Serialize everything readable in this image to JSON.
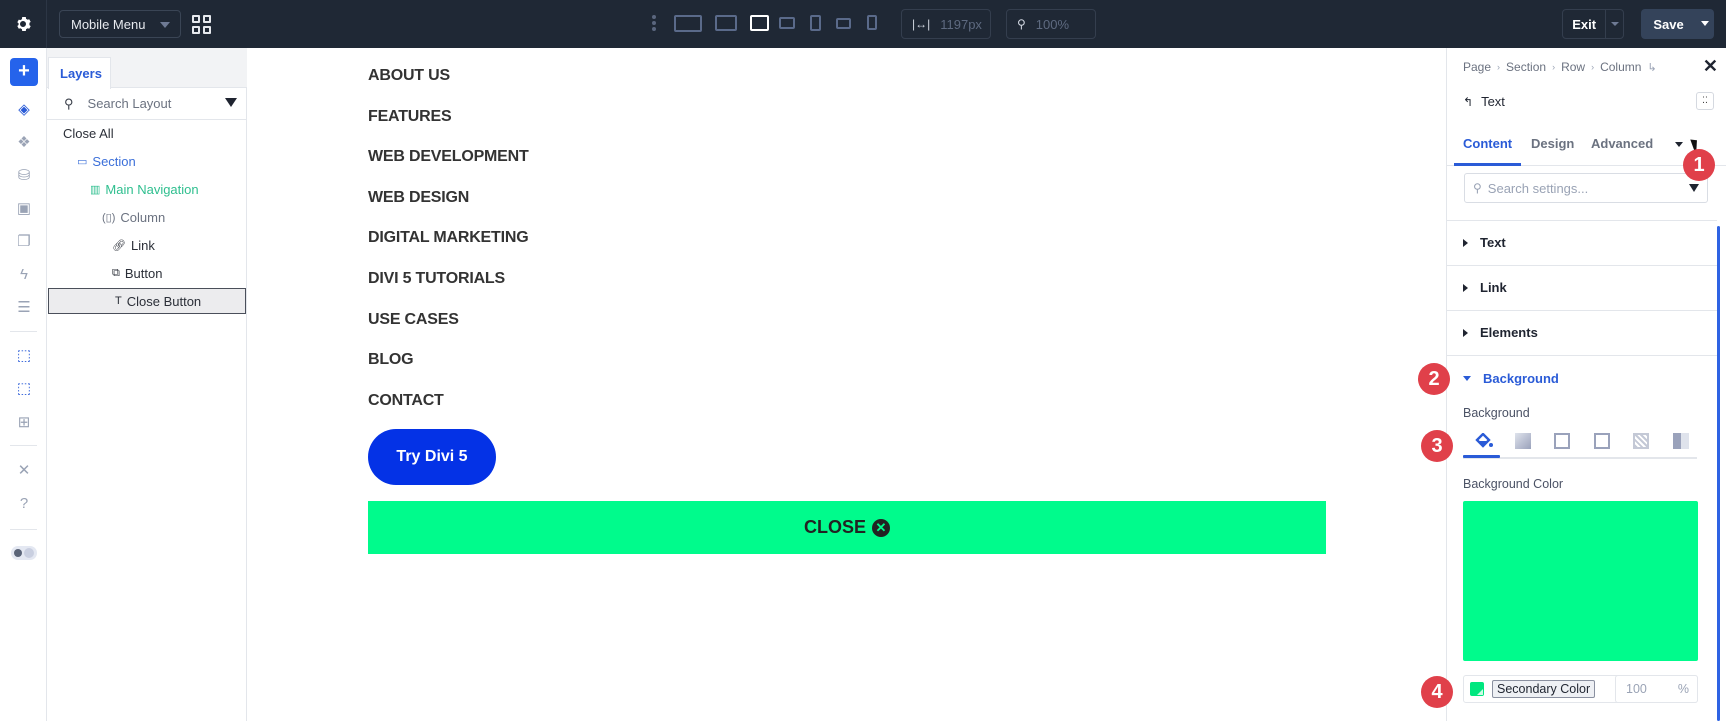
{
  "topbar": {
    "layout_select": "Mobile Menu",
    "width_value": "1197px",
    "zoom_value": "100%",
    "exit_label": "Exit",
    "save_label": "Save",
    "devices": [
      "widescreen",
      "desktop",
      "laptop",
      "tablet-landscape",
      "tablet",
      "phone-landscape",
      "phone"
    ],
    "active_device": "laptop"
  },
  "leftbar": {
    "items": [
      "add",
      "layers",
      "theme-builder",
      "database",
      "presets",
      "pages",
      "quick-actions",
      "settings-list",
      "select-module",
      "select-parent",
      "preview-layout",
      "tools",
      "help",
      "mode-toggle"
    ]
  },
  "layers": {
    "tab": "Layers",
    "search_placeholder": "Search Layout",
    "close_all": "Close All",
    "tree": [
      {
        "label": "Section",
        "icon": "section-icon",
        "level": 1,
        "color": "#3b6fd9"
      },
      {
        "label": "Main Navigation",
        "icon": "row-icon",
        "level": 2,
        "color": "#2fbf8f"
      },
      {
        "label": "Column",
        "icon": "column-icon",
        "level": 3,
        "color": "#6b7280"
      },
      {
        "label": "Link",
        "icon": "link-icon",
        "level": 4,
        "color": "#2b2f38"
      },
      {
        "label": "Button",
        "icon": "button-icon",
        "level": 4,
        "color": "#2b2f38"
      },
      {
        "label": "Close Button",
        "icon": "text-icon",
        "level": 4,
        "color": "#2b2f38",
        "selected": true
      }
    ]
  },
  "canvas": {
    "nav_items": [
      "ABOUT US",
      "FEATURES",
      "WEB DEVELOPMENT",
      "WEB DESIGN",
      "DIGITAL MARKETING",
      "DIVI 5 TUTORIALS",
      "USE CASES",
      "BLOG",
      "CONTACT"
    ],
    "cta_button": "Try Divi 5",
    "cta_color": "#0432e6",
    "close_bar": "CLOSE",
    "close_bar_color": "#00fb8c"
  },
  "panel": {
    "breadcrumbs": [
      "Page",
      "Section",
      "Row",
      "Column"
    ],
    "module_title": "Text",
    "tabs": [
      "Content",
      "Design",
      "Advanced"
    ],
    "active_tab": "Content",
    "search_placeholder": "Search settings...",
    "groups": [
      "Text",
      "Link",
      "Elements",
      "Background"
    ],
    "open_group": "Background",
    "background_label": "Background",
    "background_types": [
      "color",
      "gradient",
      "image",
      "video",
      "pattern",
      "mask"
    ],
    "active_bg_type": "color",
    "background_color_label": "Background Color",
    "background_color": "#00fb8c",
    "color_tag": "Secondary Color",
    "opacity_value": "100",
    "opacity_unit": "%"
  },
  "badges": [
    "1",
    "2",
    "3",
    "4"
  ]
}
